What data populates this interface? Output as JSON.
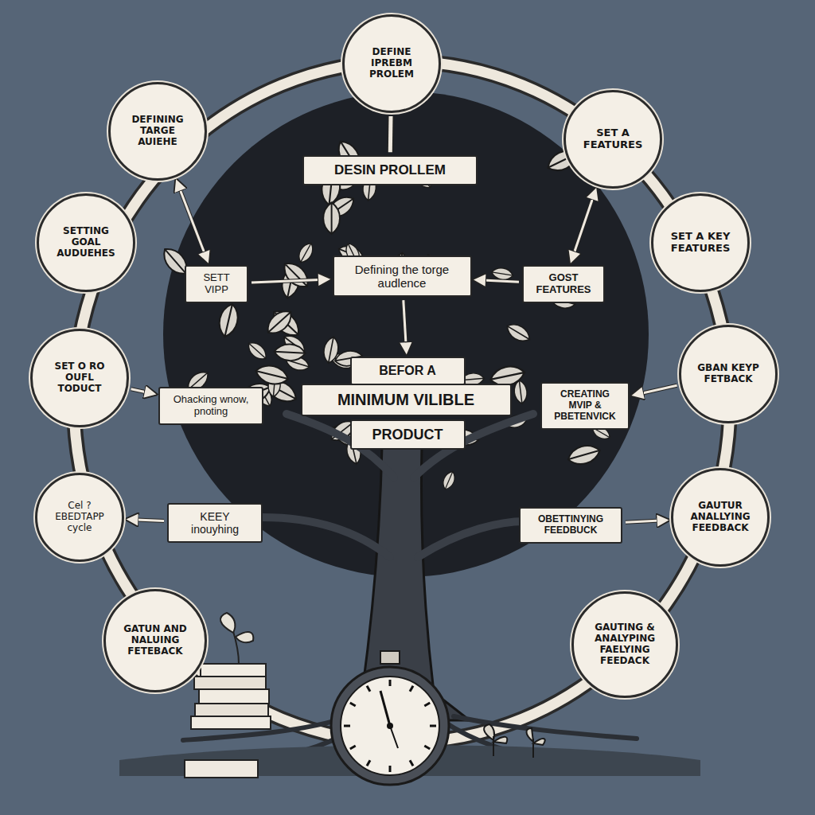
{
  "diagram": {
    "nodes": [
      {
        "text": [
          "DEFINE IPREBM PROLEM"
        ]
      },
      {
        "text": [
          "DEFINING TARGE AUIEHE"
        ]
      },
      {
        "text": [
          "SET A FEATURES"
        ]
      },
      {
        "text": [
          "DESIN PROLLEM"
        ]
      },
      {
        "text": [
          "SETTING GOAL AUDUEHES"
        ]
      },
      {
        "text": [
          "SETT VIPP"
        ]
      },
      {
        "text": [
          "Defining the torge audlence"
        ]
      },
      {
        "text": [
          "GOST FEATURES"
        ]
      },
      {
        "text": [
          "SET A KEY FEATURES"
        ]
      },
      {
        "text": [
          "SET O RO OUFL TODUCT"
        ]
      },
      {
        "text": [
          "Ohacking wnow, pnoting"
        ]
      },
      {
        "text": [
          "BEFOR A"
        ]
      },
      {
        "text": [
          "MINIMUM VILIBLE"
        ]
      },
      {
        "text": [
          "CREATING MVIP & PBETENVICK"
        ]
      },
      {
        "text": [
          "GBAN KEYP FETBACK"
        ]
      },
      {
        "text": [
          "PRODUCT"
        ]
      },
      {
        "text": [
          "Cel ? EBEDTAPP cycle"
        ]
      },
      {
        "text": [
          "KEEY inouyhing"
        ]
      },
      {
        "text": [
          "OBETTINYING FEEDBUCK"
        ]
      },
      {
        "text": [
          "GAUTUR ANALLYING FEEDBACK"
        ]
      },
      {
        "text": [
          "GATUN AND NALUING FETEBACK"
        ]
      },
      {
        "text": [
          "GAUTING & ANALYPING FAELYING FEEDACK"
        ]
      }
    ],
    "edges": [
      {
        "from": 0,
        "to": 3,
        "arrow": "none"
      },
      {
        "from": 1,
        "to": 5,
        "arrow": "both"
      },
      {
        "from": 2,
        "to": 7,
        "arrow": "both"
      },
      {
        "from": 5,
        "to": 6,
        "arrow": "to"
      },
      {
        "from": 7,
        "to": 6,
        "arrow": "to"
      },
      {
        "from": 6,
        "to": 11,
        "arrow": "to"
      },
      {
        "from": 9,
        "to": 10,
        "arrow": "to"
      },
      {
        "from": 14,
        "to": 13,
        "arrow": "to"
      },
      {
        "from": 17,
        "to": 16,
        "arrow": "to"
      },
      {
        "from": 18,
        "to": 19,
        "arrow": "to"
      }
    ]
  }
}
